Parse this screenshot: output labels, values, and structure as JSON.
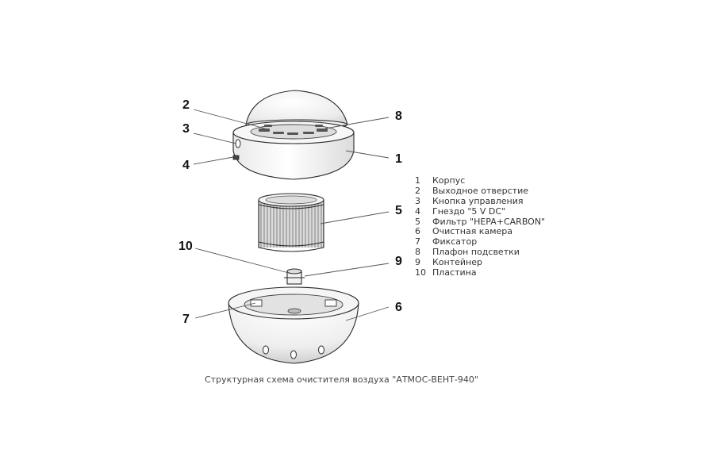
{
  "callouts": {
    "c1": "1",
    "c2": "2",
    "c3": "3",
    "c4": "4",
    "c5": "5",
    "c6": "6",
    "c7": "7",
    "c8": "8",
    "c9": "9",
    "c10": "10"
  },
  "legend": [
    {
      "num": "1",
      "label": "Корпус"
    },
    {
      "num": "2",
      "label": "Выходное отверстие"
    },
    {
      "num": "3",
      "label": "Кнопка управления"
    },
    {
      "num": "4",
      "label": "Гнездо \"5 V DC\""
    },
    {
      "num": "5",
      "label": "Фильтр \"HEPA+CARBON\""
    },
    {
      "num": "6",
      "label": "Очистная камера"
    },
    {
      "num": "7",
      "label": "Фиксатор"
    },
    {
      "num": "8",
      "label": "Плафон подсветки"
    },
    {
      "num": "9",
      "label": "Контейнер"
    },
    {
      "num": "10",
      "label": "Пластина"
    }
  ],
  "caption": "Структурная схема очистителя воздуха \"АТМОС-ВЕНТ-940\""
}
